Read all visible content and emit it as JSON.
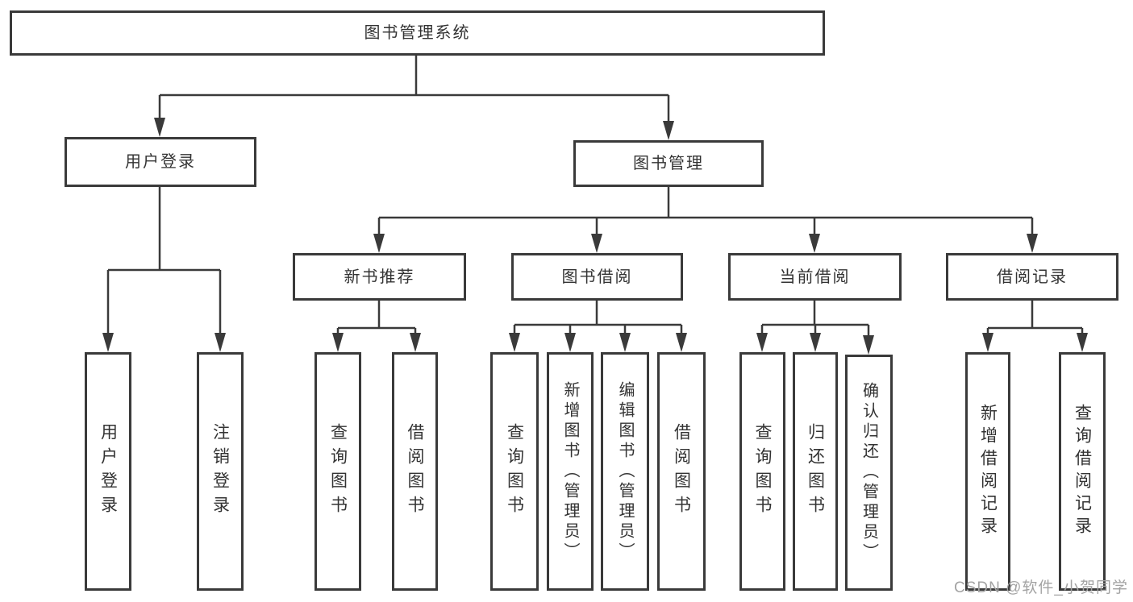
{
  "nodes": {
    "root": "图书管理系统",
    "user_login": "用户登录",
    "book_mgmt": "图书管理",
    "new_book": "新书推荐",
    "book_borrow": "图书借阅",
    "current_borrow": "当前借阅",
    "borrow_record": "借阅记录",
    "ul_login": "用户登录",
    "ul_logout": "注销登录",
    "nb_query": "查询图书",
    "nb_borrow": "借阅图书",
    "bb_query": "查询图书",
    "bb_add": "新增图书（管理员）",
    "bb_edit": "编辑图书（管理员）",
    "bb_borrow": "借阅图书",
    "cb_query": "查询图书",
    "cb_return": "归还图书",
    "cb_confirm": "确认归还（管理员）",
    "br_add": "新增借阅记录",
    "br_query": "查询借阅记录"
  },
  "edges": [
    [
      "root",
      "user_login"
    ],
    [
      "root",
      "book_mgmt"
    ],
    [
      "user_login",
      "ul_login"
    ],
    [
      "user_login",
      "ul_logout"
    ],
    [
      "book_mgmt",
      "new_book"
    ],
    [
      "book_mgmt",
      "book_borrow"
    ],
    [
      "book_mgmt",
      "current_borrow"
    ],
    [
      "book_mgmt",
      "borrow_record"
    ],
    [
      "new_book",
      "nb_query"
    ],
    [
      "new_book",
      "nb_borrow"
    ],
    [
      "book_borrow",
      "bb_query"
    ],
    [
      "book_borrow",
      "bb_add"
    ],
    [
      "book_borrow",
      "bb_edit"
    ],
    [
      "book_borrow",
      "bb_borrow"
    ],
    [
      "current_borrow",
      "cb_query"
    ],
    [
      "current_borrow",
      "cb_return"
    ],
    [
      "current_borrow",
      "cb_confirm"
    ],
    [
      "borrow_record",
      "br_add"
    ],
    [
      "borrow_record",
      "br_query"
    ]
  ],
  "watermark": "CSDN @软件_小贺同学",
  "colors": {
    "line": "#3a3a3a",
    "box_border": "#3a3a3a",
    "text": "#333333",
    "watermark": "#a3a3a3",
    "background": "#ffffff"
  }
}
